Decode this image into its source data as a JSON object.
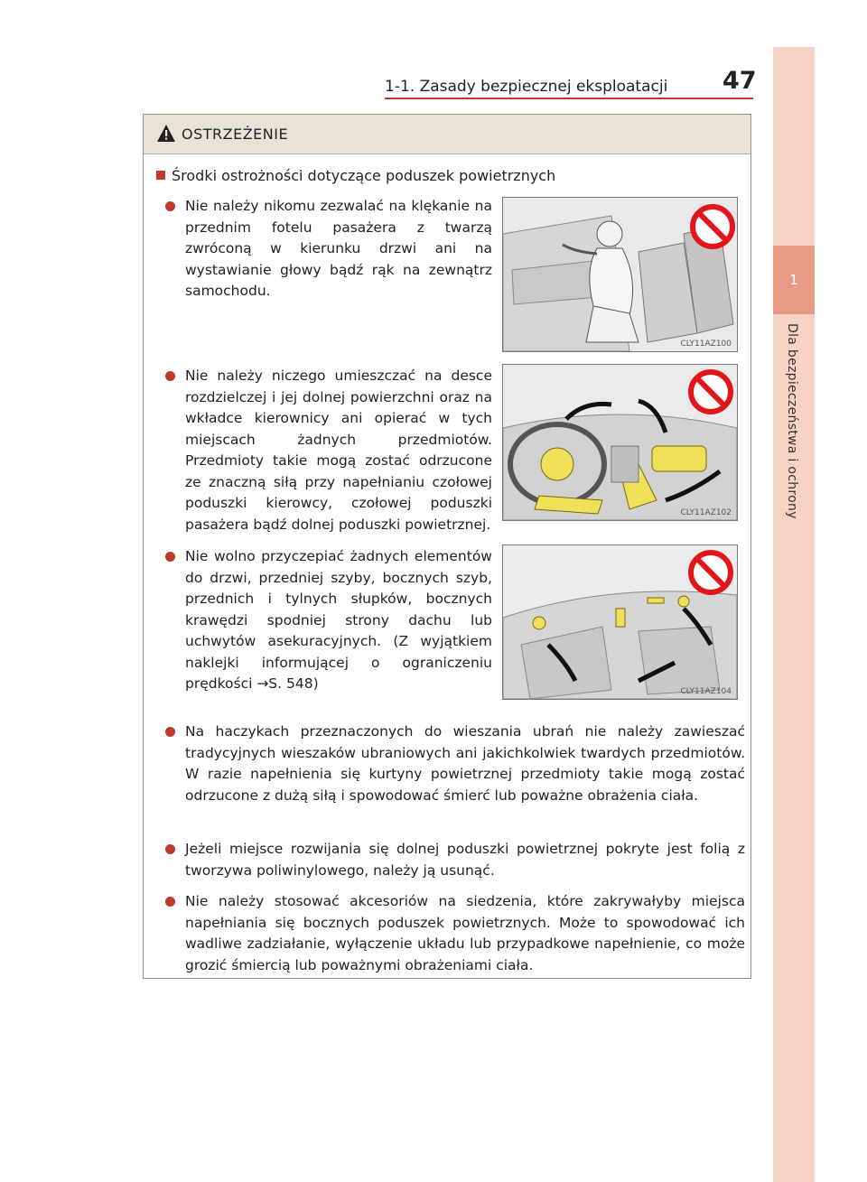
{
  "header": {
    "section_title": "1-1. Zasady bezpiecznej eksploatacji",
    "page_number": "47"
  },
  "side_tab": {
    "chapter_number": "1",
    "chapter_title": "Dla bezpieczeństwa i ochrony"
  },
  "warning": {
    "title": "OSTRZEŻENIE",
    "section_heading": "Środki ostrożności dotyczące poduszek powietrznych",
    "items": [
      "Nie należy nikomu zezwalać na klękanie na przednim fotelu pasażera z twarzą zwróconą w kierunku drzwi ani na wystawianie głowy bądź rąk na zewnątrz samochodu.",
      "Nie należy niczego umieszczać na desce rozdzielczej i jej dolnej powierzchni oraz na wkładce kierownicy ani opierać w tych miejscach żadnych przedmiotów. Przedmioty takie mogą zostać odrzucone ze znaczną siłą przy napełnianiu czołowej poduszki kierowcy, czołowej poduszki pasażera bądź dolnej poduszki powietrznej.",
      "Nie wolno przyczepiać żadnych elementów do drzwi, przedniej szyby, bocznych szyb, przednich i tylnych słupków, bocznych krawędzi spodniej strony dachu lub uchwytów asekuracyjnych. (Z wyjątkiem naklejki informującej o ograniczeniu prędkości →S. 548)",
      "Na haczykach przeznaczonych do wieszania ubrań nie należy zawieszać tradycyjnych wieszaków ubraniowych ani jakichkolwiek twardych przedmiotów. W razie napełnienia się kurtyny powietrznej przedmioty takie mogą zostać odrzucone z dużą siłą i spowodować śmierć lub poważne obrażenia ciała.",
      "Jeżeli miejsce rozwijania się dolnej poduszki powietrznej pokryte jest folią z tworzywa poliwinylowego, należy ją usunąć.",
      "Nie należy stosować akcesoriów na siedzenia, które zakrywałyby miejsca napełniania się bocznych poduszek powietrznych. Może to spowodować ich wadliwe zadziałanie, wyłączenie układu lub przypadkowe napełnienie, co może grozić śmiercią lub poważnymi obrażeniami ciała."
    ],
    "image_codes": [
      "CLY11AZ100",
      "CLY11AZ102",
      "CLY11AZ104"
    ]
  },
  "colors": {
    "accent": "#c0392b",
    "tab_light": "#f7d3c6",
    "tab_dark": "#e89a86",
    "warning_header": "#e8e2d7"
  }
}
